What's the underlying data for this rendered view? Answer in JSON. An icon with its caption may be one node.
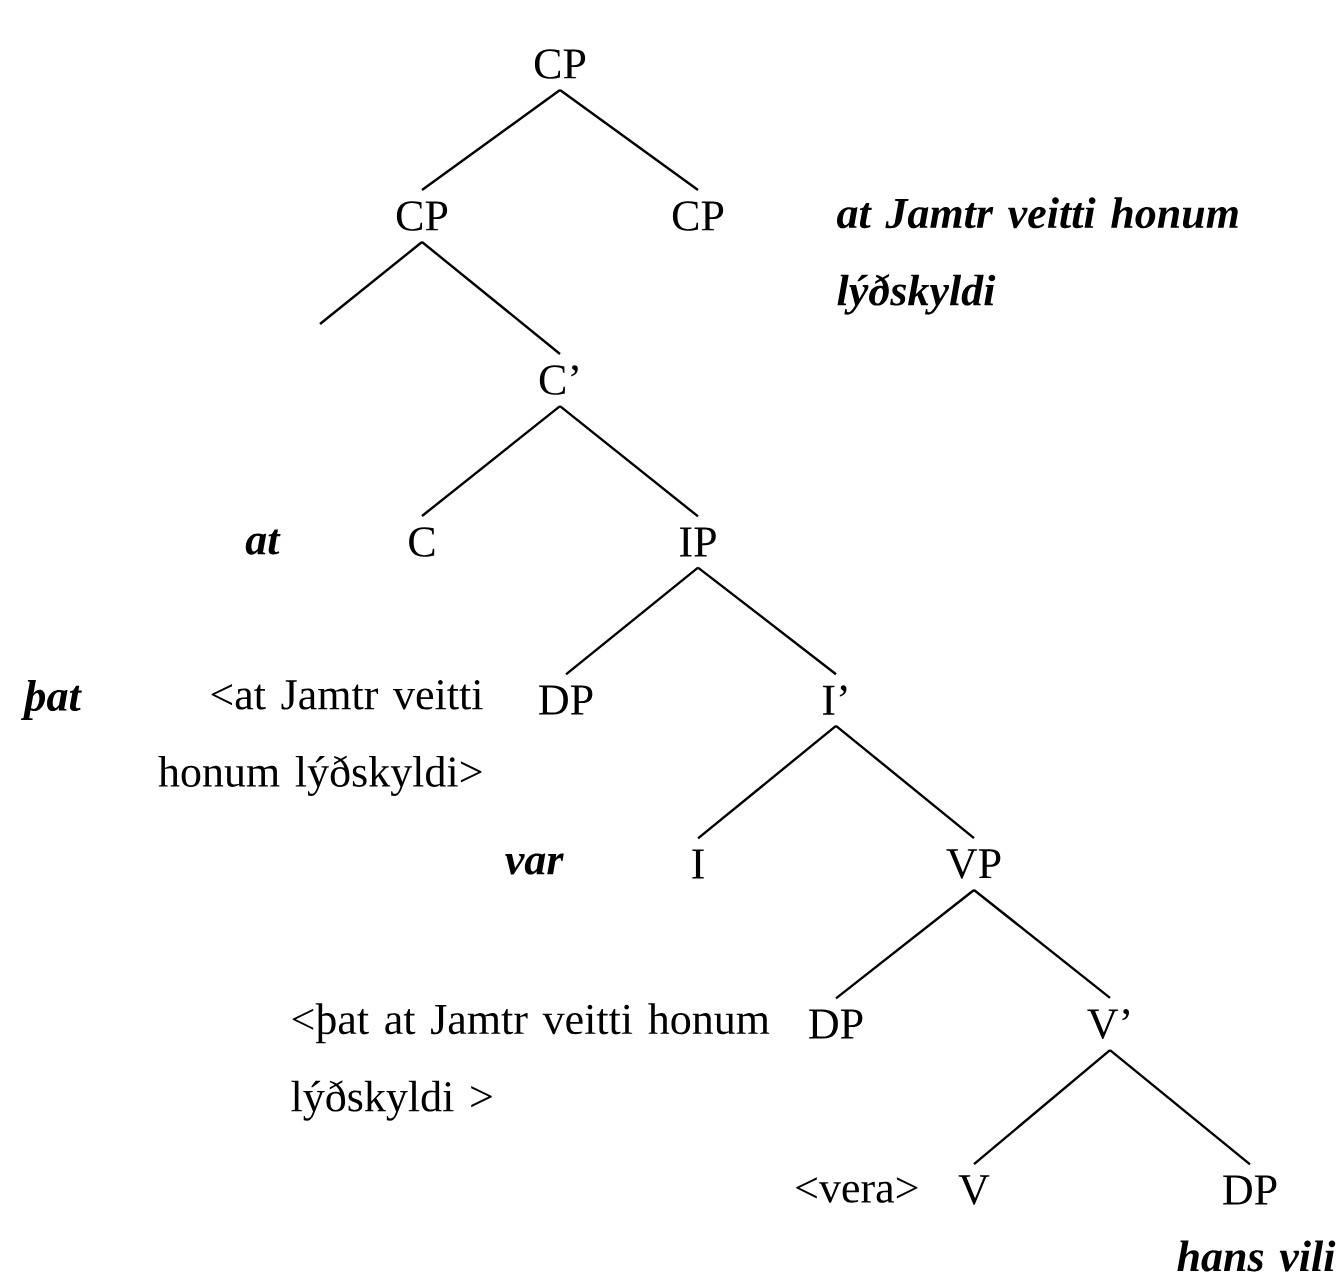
{
  "diagram": {
    "nodes": [
      {
        "text": [
          "CP"
        ]
      },
      {
        "text": [
          "CP"
        ]
      },
      {
        "text": [
          "CP"
        ],
        "beside": [
          "at Jamtr veitti honum lýðskyldi"
        ]
      },
      {
        "text": [
          "C’"
        ]
      },
      {
        "text": [
          "C"
        ],
        "beside": [
          "at"
        ]
      },
      {
        "text": [
          "IP"
        ]
      },
      {
        "text": [
          "DP"
        ],
        "beside": [
          "þat",
          "<at Jamtr veitti honum lýðskyldi>"
        ]
      },
      {
        "text": [
          "I’"
        ]
      },
      {
        "text": [
          "I"
        ],
        "beside": [
          "var"
        ]
      },
      {
        "text": [
          "VP"
        ]
      },
      {
        "text": [
          "DP"
        ],
        "beside": [
          "<þat at Jamtr veitti honum lýðskyldi >"
        ]
      },
      {
        "text": [
          "V’"
        ]
      },
      {
        "text": [
          "V"
        ],
        "beside": [
          "<vera>"
        ]
      },
      {
        "text": [
          "DP"
        ],
        "beside": [
          "hans vili"
        ]
      }
    ],
    "edges": [
      {
        "from": 0,
        "to": 1,
        "arrow": "none"
      },
      {
        "from": 0,
        "to": 2,
        "arrow": "none"
      },
      {
        "from": 1,
        "to": null,
        "arrow": "none"
      },
      {
        "from": 1,
        "to": 3,
        "arrow": "none"
      },
      {
        "from": 3,
        "to": 4,
        "arrow": "none"
      },
      {
        "from": 3,
        "to": 5,
        "arrow": "none"
      },
      {
        "from": 5,
        "to": 6,
        "arrow": "none"
      },
      {
        "from": 5,
        "to": 7,
        "arrow": "none"
      },
      {
        "from": 7,
        "to": 8,
        "arrow": "none"
      },
      {
        "from": 7,
        "to": 9,
        "arrow": "none"
      },
      {
        "from": 9,
        "to": 10,
        "arrow": "none"
      },
      {
        "from": 9,
        "to": 11,
        "arrow": "none"
      },
      {
        "from": 11,
        "to": 12,
        "arrow": "none"
      },
      {
        "from": 11,
        "to": 13,
        "arrow": "none"
      }
    ]
  }
}
